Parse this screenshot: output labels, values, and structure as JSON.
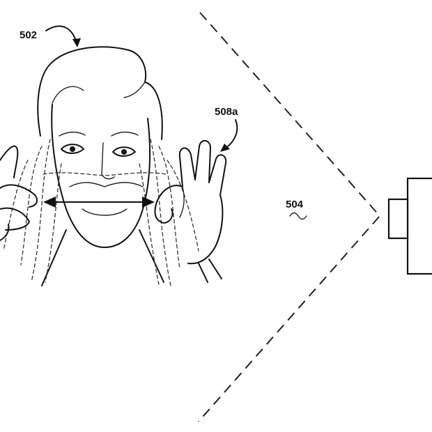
{
  "labels": {
    "person": "502",
    "field_of_view": "504",
    "hand": "508a"
  },
  "colors": {
    "ink": "#111111",
    "background": "#ffffff"
  },
  "icons": {
    "camera": "camera-device-icon",
    "squiggle": "tilde-icon"
  }
}
